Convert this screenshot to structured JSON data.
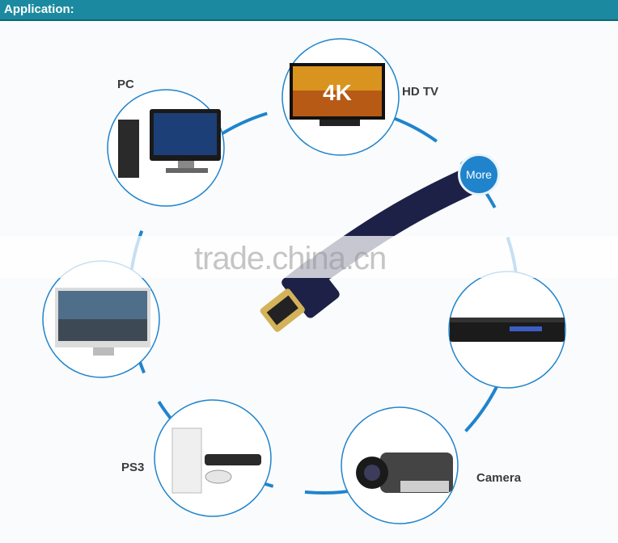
{
  "header": {
    "title": "Application:"
  },
  "labels": {
    "pc": "PC",
    "hdtv": "HD TV",
    "ps3": "PS3",
    "camera": "Camera",
    "tv_badge": "4K"
  },
  "more_button": {
    "label": "More"
  },
  "watermark": "trade.china.cn",
  "colors": {
    "header": "#1b8aa0",
    "ring": "#1f84cc",
    "cable": "#1d2147",
    "connector": "#d4b25a"
  }
}
